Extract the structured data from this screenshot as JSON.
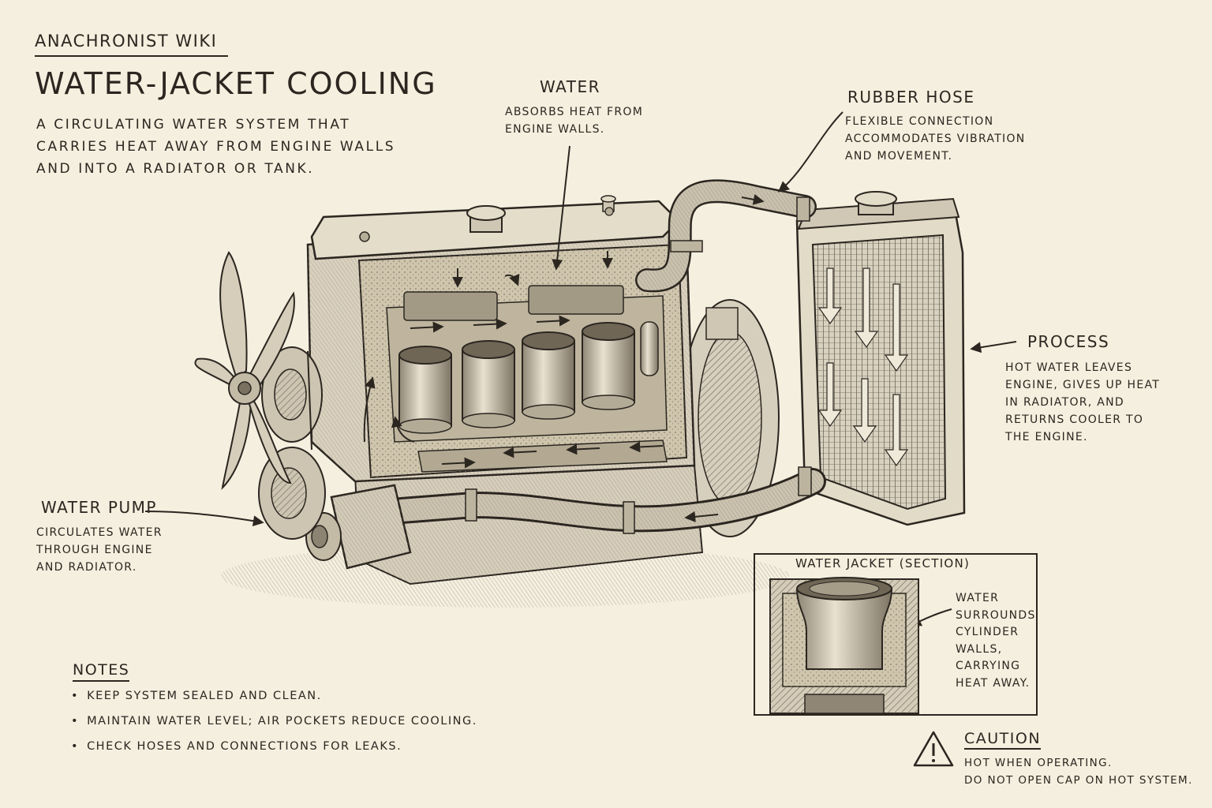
{
  "site": "ANACHRONIST WIKI",
  "title": "WATER-JACKET COOLING",
  "intro": "A CIRCULATING WATER SYSTEM THAT CARRIES HEAT AWAY FROM ENGINE WALLS AND INTO A RADIATOR OR TANK.",
  "labels": {
    "water": {
      "title": "WATER",
      "text": "ABSORBS HEAT FROM ENGINE WALLS."
    },
    "hose": {
      "title": "RUBBER HOSE",
      "text": "FLEXIBLE CONNECTION ACCOMMODATES VIBRATION AND MOVEMENT."
    },
    "process": {
      "title": "PROCESS",
      "text": "HOT WATER LEAVES ENGINE, GIVES UP HEAT IN RADIATOR, AND RETURNS COOLER TO THE ENGINE."
    },
    "pump": {
      "title": "WATER PUMP",
      "text": "CIRCULATES WATER THROUGH ENGINE AND RADIATOR."
    }
  },
  "inset": {
    "title": "WATER JACKET (SECTION)",
    "text": "WATER SURROUNDS CYLINDER WALLS, CARRYING HEAT AWAY."
  },
  "notes": {
    "heading": "NOTES",
    "items": [
      "KEEP SYSTEM SEALED AND CLEAN.",
      "MAINTAIN WATER LEVEL; AIR POCKETS REDUCE COOLING.",
      "CHECK HOSES AND CONNECTIONS FOR LEAKS."
    ]
  },
  "caution": {
    "heading": "CAUTION",
    "lines": [
      "HOT WHEN OPERATING.",
      "DO NOT OPEN CAP ON HOT SYSTEM."
    ]
  },
  "icons": [
    "warning-triangle-icon"
  ]
}
